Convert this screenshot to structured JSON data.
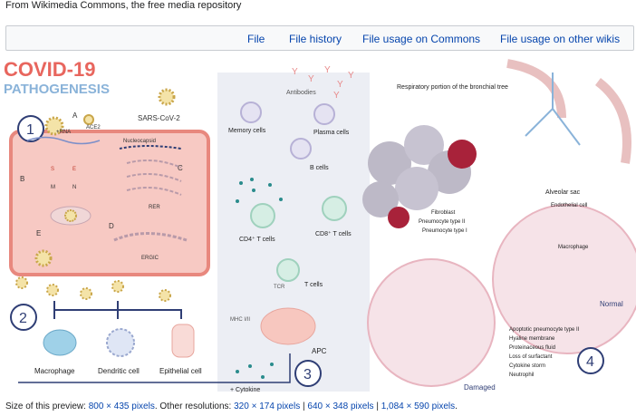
{
  "page": {
    "header": "From Wikimedia Commons, the free media repository",
    "tabs": [
      {
        "label": "File"
      },
      {
        "label": "File history"
      },
      {
        "label": "File usage on Commons"
      },
      {
        "label": "File usage on other wikis"
      }
    ]
  },
  "figure": {
    "title_line1": "COVID-19",
    "title_line2": "PATHOGENESIS",
    "colors": {
      "title_red": "#e8665e",
      "title_blue": "#8ab3d9",
      "cell_pink": "#f7c9c3",
      "cell_border": "#e8887e",
      "navy": "#2f3e75",
      "panel_grey": "#eceef4"
    },
    "step_numbers": [
      "1",
      "2",
      "3",
      "4"
    ],
    "step1": {
      "virus_label": "SARS-CoV-2",
      "receptor_label": "ACE2",
      "letters": [
        "A",
        "B",
        "C",
        "D",
        "E"
      ],
      "rna_label": "+RNA",
      "nucleocapsid_label": "Nucleocapsid",
      "rer_label": "RER",
      "ergic_label": "ERGIC",
      "protein_letters": [
        "S",
        "E",
        "M",
        "N"
      ]
    },
    "step2": {
      "cells": [
        "Macrophage",
        "Dendritic cell",
        "Epithelial cell"
      ]
    },
    "step3": {
      "labels": {
        "antibodies": "Antibodies",
        "memory": "Memory cells",
        "plasma": "Plasma cells",
        "bcells": "B cells",
        "cd4": "CD4⁺ T cells",
        "cd8": "CD8⁺ T cells",
        "tcells": "T cells",
        "tcr": "TCR",
        "mhc": "MHC I/II",
        "apc": "APC",
        "cytokine": "+ Cytokine"
      }
    },
    "step4": {
      "bronchial": "Respiratory portion of the bronchial tree",
      "normal_labels": [
        "Fibroblast",
        "Pneumocyte type II",
        "Pneumocyte type I",
        "Alveolar sac",
        "Endothelial cell",
        "Macrophage"
      ],
      "normal_caption": "Normal",
      "damaged_labels": [
        "Apoptotic pneumocyte type II",
        "Hyaline membrane",
        "Proteinaceous fluid",
        "Loss of surfactant",
        "Cytokine storm",
        "Neutrophil"
      ],
      "damaged_caption": "Damaged"
    }
  },
  "footer": {
    "prefix": "Size of this preview:",
    "preview_link": "800 × 435 pixels",
    "other": ". Other resolutions:",
    "res": [
      "320 × 174 pixels",
      "640 × 348 pixels",
      "1,084 × 590 pixels"
    ],
    "sep": "|",
    "end": "."
  }
}
